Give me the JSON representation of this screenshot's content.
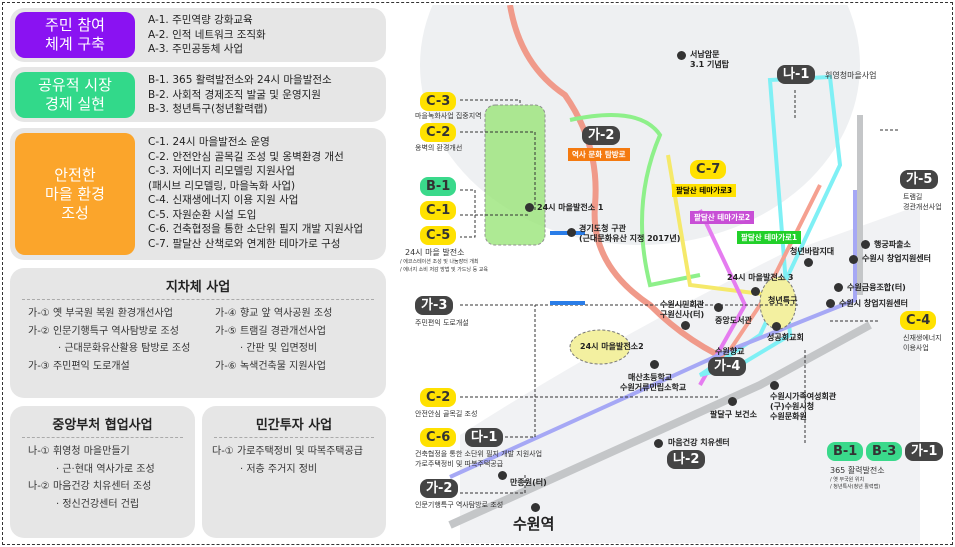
{
  "categories": [
    {
      "label": "주민 참여\n체계 구축",
      "color": "#8a12f2",
      "items": [
        "A-1. 주민역량 강화교육",
        "A-2. 인적 네트워크 조직화",
        "A-3. 주민공동체 사업"
      ]
    },
    {
      "label": "공유적 시장\n경제 실현",
      "color": "#32d98a",
      "items": [
        "B-1. 365 활력발전소와 24시 마을발전소",
        "B-2. 사회적 경제조직 발굴 및 운영지원",
        "B-3. 청년특구(청년활력랩)"
      ]
    },
    {
      "label": "안전한\n마을 환경\n조성",
      "color": "#fba52b",
      "items": [
        "C-1. 24시 마을발전소 운영",
        "C-2. 안전안심 골목길 조성 및 옹벽환경 개선",
        "C-3. 저에너지 리모델링 지원사업",
        "(패시브 리모델링, 마을녹화 사업)",
        "C-4. 신재생에너지 이용 지원 사업",
        "C-5. 자원순환 시설 도입",
        "C-6. 건축협정을 통한 소단위 필지 개발 지원사업",
        "C-7. 팔달산 산책로와 연계한 테마가로 구성"
      ]
    }
  ],
  "local": {
    "title": "지차체 사업",
    "left": [
      "가-① 옛 부국원 복원 환경개선사업",
      "가-② 인문기행특구 역사탐방로 조성",
      "· 근대문화유산활용 탐방로 조성",
      "가-③ 주민편익 도로개설"
    ],
    "right": [
      "가-④ 향교 앞 역사공원 조성",
      "가-⑤ 트램길 경관개선사업",
      "· 간판 및 입면정비",
      "가-⑥ 녹색건축물 지원사업"
    ]
  },
  "central": {
    "title": "중앙부처 협업사업",
    "items": [
      "나-① 휘영청 마을만들기",
      "· 근·현대 역사가로 조성",
      "나-② 마음건강 치유센터 조성",
      "· 정신건강센터 건립"
    ]
  },
  "private": {
    "title": "민간투자 사업",
    "items": [
      "다-① 가로주택정비 및 따복주택공급",
      "· 저층 주거지 정비"
    ]
  },
  "map": {
    "tags": {
      "c3": "C-3",
      "c2a": "C-2",
      "b1a": "B-1",
      "c1": "C-1",
      "c5": "C-5",
      "ga3": "가-3",
      "c2b": "C-2",
      "c6": "C-6",
      "da1": "다-1",
      "ga2b": "가-2",
      "ga2a": "가-2",
      "c7": "C-7",
      "na1": "나-1",
      "ga5": "가-5",
      "c4": "C-4",
      "ga4": "가-4",
      "na2": "나-2",
      "b1b": "B-1",
      "b3": "B-3",
      "ga1": "가-1"
    },
    "captions": {
      "c3": "마을녹화사업 집중지역",
      "c2a": "옹벽의 환경개선",
      "c5": "24시 마을 발전소",
      "c5s1": "/ 에코스테이션 조성 및 나눔장터 개최",
      "c5s2": "/ 에너지 소비 저감 방법 및 가드닝 등 교육",
      "ga3": "주민편익 도로개설",
      "c2b": "안전안심 골목길 조성",
      "c6": "건축협정을 통한 소단위 필지 개발 지원사업",
      "da1": "가로주택정비 및 따복주택공급",
      "ga2b": "인문기행특구 역사탐방로 조성",
      "na1": "휘영청마을사업",
      "ga5a": "트램길",
      "ga5b": "경관개선사업",
      "c4a": "신재생에너지",
      "c4b": "이용사업",
      "b1": "365 활력발전소",
      "b1s1": "/ 옛 부국원 위치",
      "b1s2": "/ 청년특사(청년 활력랩)"
    },
    "routes": {
      "history": "역사 문화 탐방로",
      "theme3": "팔달산 테마가로3",
      "theme2": "팔달산 테마가로2",
      "theme1": "팔달산 테마가로1"
    },
    "pois": {
      "p1": "24시 마을발전소 1",
      "p2a": "경기도청 구관",
      "p2b": "(근대문화유산 지정 2017년)",
      "p3a": "서남암문",
      "p3b": "3.1 기념탑",
      "p4": "24시 마을발전소 3",
      "p5a": "수원시민회관",
      "p5b": "구원신사(터)",
      "p6": "중앙도서관",
      "p7": "청년바람지대",
      "p8": "청년특구",
      "p9": "성공회교회",
      "p10": "행궁파출소",
      "p11": "수원시 창업지원센터",
      "p12": "수원금융조합(터)",
      "p13": "수원시 창업지원센터",
      "p14": "24시 마을발전소2",
      "p15a": "매산초등학교",
      "p15b": "수원거류민립소학교",
      "p16": "수원향교",
      "p17": "팔달구 보건소",
      "p18a": "수원시가족여성회관",
      "p18b": "(구)수원시청",
      "p18c": "수원문화원",
      "p19": "마음건강 치유센터",
      "p20": "만종원(터)",
      "station": "수원역"
    }
  },
  "colors": {
    "yellow": "#ffe100",
    "green": "#3ad98b",
    "dark": "#444444",
    "purple": "#8a12f2",
    "orange": "#fba52b"
  }
}
